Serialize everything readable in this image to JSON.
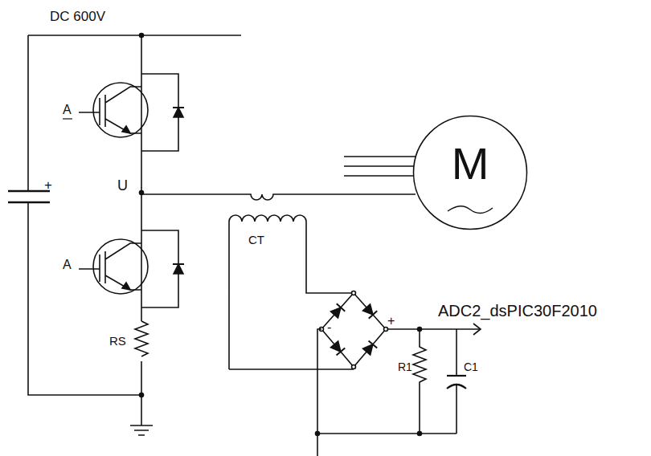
{
  "diagram": {
    "nodes": [
      {
        "text": [
          "M"
        ]
      }
    ],
    "labels": [
      "DC 600V",
      "+",
      "A",
      "U",
      "A",
      "CT",
      "RS",
      "-",
      "+",
      "ADC2_dsPIC30F2010",
      "R1",
      "C1"
    ]
  }
}
